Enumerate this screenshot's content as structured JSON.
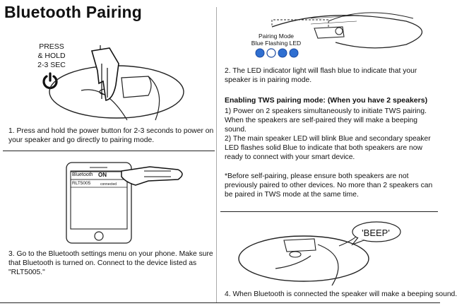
{
  "title": "Bluetooth Pairing",
  "press_lines": [
    "PRESS",
    "& HOLD",
    "2-3 SEC"
  ],
  "step1": "1. Press and hold the power button for 2-3 seconds to power on your speaker and go directly to pairing mode.",
  "pairing_mode_label": "Pairing Mode",
  "blue_flashing_label": "Blue Flashing LED",
  "step2": "2. The LED indicator light will flash blue to indicate that your speaker is in pairing mode.",
  "tws": {
    "heading": "Enabling TWS pairing mode:",
    "heading_note": "(When you have 2 speakers)",
    "item1": "1) Power on 2 speakers simultaneously to initiate TWS pairing. When the speakers are self-paired they will make a beeping sound.",
    "item2": "2) The main speaker LED will blink Blue and secondary speaker LED flashes solid Blue to indicate that both speakers are now ready to connect with your smart device.",
    "note": "*Before self-pairing, please ensure both speakers are not previously paired to other devices. No more than 2 speakers can be paired in TWS mode at the same time."
  },
  "phone": {
    "bluetooth_label": "Bluetooth",
    "toggle_label": "ON",
    "device_name": "RLT5005",
    "device_status": "connected"
  },
  "step3": "3. Go to the Bluetooth settings menu on your phone. Make sure that Bluetooth is turned on. Connect to the device listed as \"RLT5005.\"",
  "beep_label": "'BEEP'",
  "step4": "4. When Bluetooth is connected the speaker will make a beeping sound.",
  "led_colors": [
    "#2f6fd1",
    "#ffffff",
    "#2f6fd1",
    "#2f6fd1"
  ]
}
